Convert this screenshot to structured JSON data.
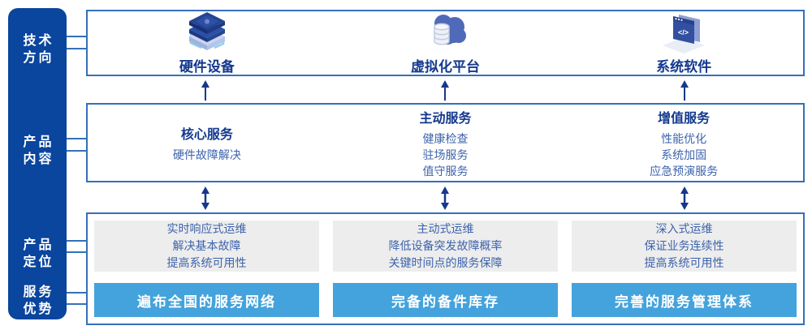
{
  "colors": {
    "sidebar_bg": "#0A459E",
    "box_border": "#3570B8",
    "heading_text": "#13388D",
    "body_text": "#3D63AC",
    "bar_bg": "#44A3DC",
    "gray_box_bg": "#EDEDED",
    "arrow": "#16378C"
  },
  "sidebar": {
    "labels": [
      {
        "line1": "技术",
        "line2": "方向"
      },
      {
        "line1": "产品",
        "line2": "内容"
      },
      {
        "line1": "产品",
        "line2": "定位"
      },
      {
        "line1": "服务",
        "line2": "优势"
      }
    ]
  },
  "tech_direction": {
    "items": [
      {
        "icon": "server-stack-icon",
        "label": "硬件设备"
      },
      {
        "icon": "cloud-database-icon",
        "label": "虚拟化平台"
      },
      {
        "icon": "code-window-icon",
        "label": "系统软件"
      }
    ]
  },
  "product_content": {
    "items": [
      {
        "heading": "核心服务",
        "lines": [
          "硬件故障解决"
        ]
      },
      {
        "heading": "主动服务",
        "lines": [
          "健康检查",
          "驻场服务",
          "值守服务"
        ]
      },
      {
        "heading": "增值服务",
        "lines": [
          "性能优化",
          "系统加固",
          "应急预演服务"
        ]
      }
    ]
  },
  "product_positioning": {
    "items": [
      {
        "lines": [
          "实时响应式运维",
          "解决基本故障",
          "提高系统可用性"
        ]
      },
      {
        "lines": [
          "主动式运维",
          "降低设备突发故障概率",
          "关键时间点的服务保障"
        ]
      },
      {
        "lines": [
          "深入式运维",
          "保证业务连续性",
          "提高系统可用性"
        ]
      }
    ]
  },
  "service_advantage": {
    "items": [
      {
        "label": "遍布全国的服务网络"
      },
      {
        "label": "完备的备件库存"
      },
      {
        "label": "完善的服务管理体系"
      }
    ]
  }
}
